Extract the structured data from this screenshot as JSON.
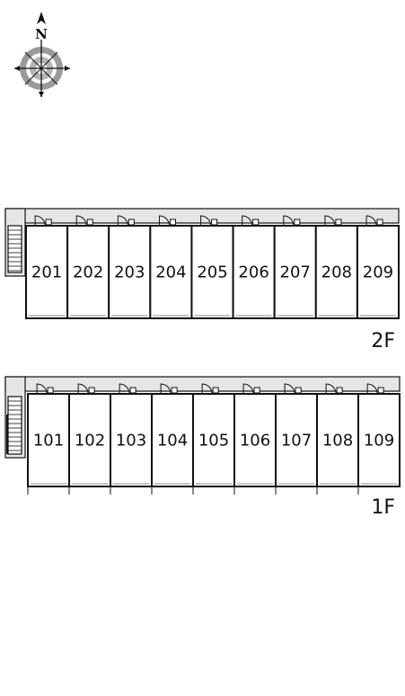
{
  "compass": {
    "north_label": "N",
    "icon": "compass-rose-icon"
  },
  "floors": [
    {
      "label": "2F",
      "units": [
        "201",
        "202",
        "203",
        "204",
        "205",
        "206",
        "207",
        "208",
        "209"
      ]
    },
    {
      "label": "1F",
      "units": [
        "101",
        "102",
        "103",
        "104",
        "105",
        "106",
        "107",
        "108",
        "109"
      ]
    }
  ],
  "colors": {
    "corridor": "#e6e6e6",
    "line": "#111111",
    "ring_outer": "#9a9a9a",
    "ring_inner": "#b5b5b5"
  }
}
